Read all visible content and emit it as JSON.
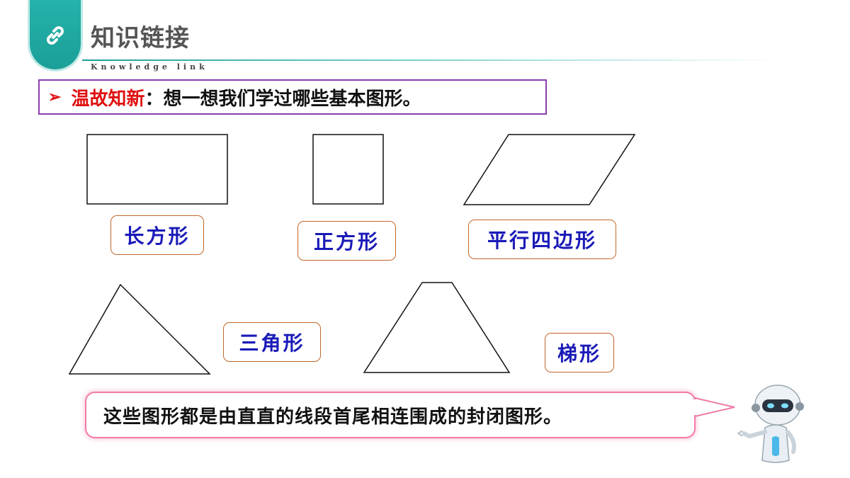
{
  "header": {
    "title": "知识链接",
    "subtitle": "Knowledge link",
    "icon": "link-icon",
    "accent": "#1a9f98"
  },
  "question": {
    "marker": "➢",
    "keyword": "温故知新",
    "text": "：想一想我们学过哪些基本图形。",
    "keyword_color": "#e01010",
    "border_color": "#8a3fb0"
  },
  "shapes": {
    "rectangle": {
      "label": "长方形"
    },
    "square": {
      "label": "正方形"
    },
    "parallelogram": {
      "label": "平行四边形"
    },
    "triangle": {
      "label": "三角形"
    },
    "trapezoid": {
      "label": "梯形"
    },
    "label_color": "#1a1ab8",
    "label_border": "#c2672a"
  },
  "summary": {
    "text": "这些图形都是由直直的线段首尾相连围成的封闭图形。",
    "border_color": "#f07aa8"
  },
  "character": {
    "icon": "robot-icon"
  }
}
